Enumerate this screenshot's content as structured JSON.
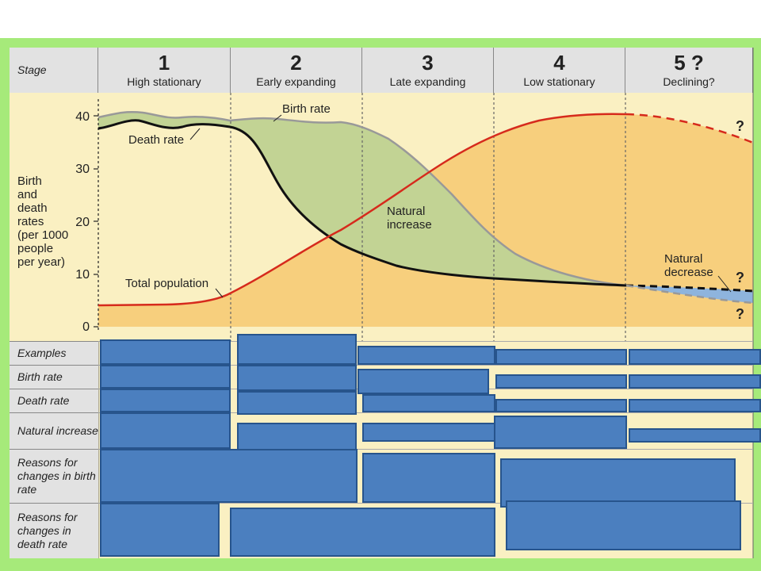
{
  "header": {
    "stage_label": "Stage",
    "stages": [
      {
        "num": "1",
        "name": "High stationary"
      },
      {
        "num": "2",
        "name": "Early expanding"
      },
      {
        "num": "3",
        "name": "Late expanding"
      },
      {
        "num": "4",
        "name": "Low stationary"
      },
      {
        "num": "5 ?",
        "name": "Declining?"
      }
    ]
  },
  "chart": {
    "yaxis_lines": [
      "Birth",
      "and",
      "death",
      "rates",
      "(per 1000",
      "people",
      "per year)"
    ],
    "ticks": [
      "0",
      "10",
      "20",
      "30",
      "40"
    ],
    "labels": {
      "birth_rate": "Birth rate",
      "death_rate": "Death rate",
      "total_population": "Total population",
      "natural_increase_1": "Natural",
      "natural_increase_2": "increase",
      "natural_decrease_1": "Natural",
      "natural_decrease_2": "decrease",
      "q1": "?",
      "q2": "?",
      "q3": "?"
    },
    "colors": {
      "birth_line": "#999999",
      "death_line": "#111111",
      "population_line": "#d62a1c",
      "increase_fill": "#c2d394",
      "population_fill": "#f7cf7d",
      "decrease_fill": "#8eb4dd",
      "background": "#faf0c2"
    }
  },
  "rows": {
    "examples": "Examples",
    "birth_rate": "Birth rate",
    "death_rate": "Death rate",
    "natural_increase": "Natural increase",
    "reasons_birth": "Reasons for changes in birth rate",
    "reasons_death": "Reasons for changes in death rate"
  }
}
